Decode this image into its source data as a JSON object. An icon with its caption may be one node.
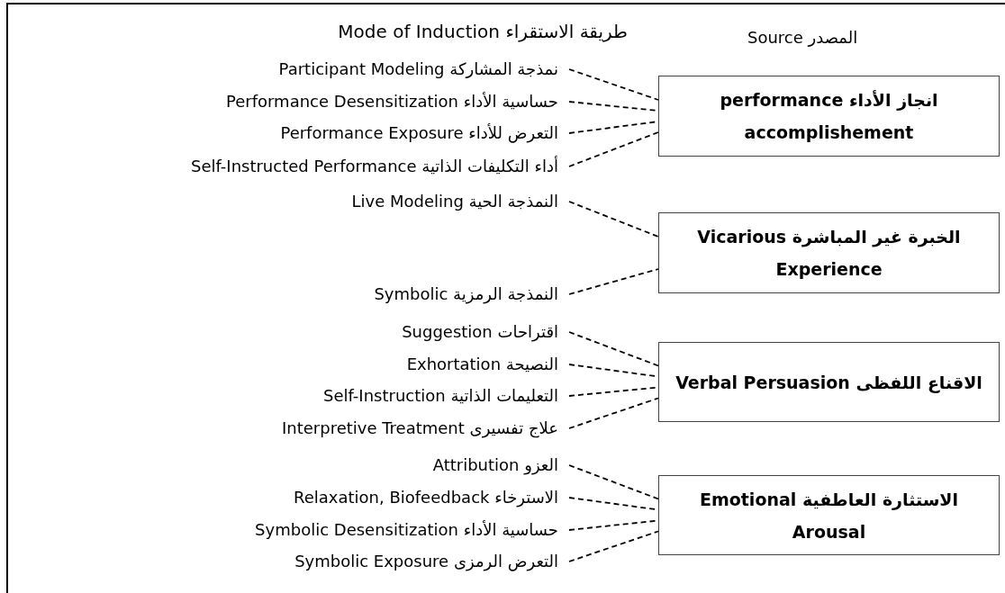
{
  "diagram": {
    "nodes": [
      {
        "text": [
          "نمذجة المشاركة Participant Modeling"
        ]
      },
      {
        "text": [
          "حساسية الأداء Performance Desensitization"
        ]
      },
      {
        "text": [
          "التعرض للأداء  Performance Exposure"
        ]
      },
      {
        "text": [
          "أداء التكليفات الذاتية Self-Instructed Performance"
        ]
      },
      {
        "text": [
          "النمذجة الحية Live Modeling"
        ]
      },
      {
        "text": [
          "النمذجة الرمزية  Symbolic"
        ]
      },
      {
        "text": [
          "اقتراحات Suggestion"
        ]
      },
      {
        "text": [
          "النصيحة Exhortation"
        ]
      },
      {
        "text": [
          "التعليمات الذاتية Self-Instruction"
        ]
      },
      {
        "text": [
          "علاج تفسيرى Interpretive Treatment"
        ]
      },
      {
        "text": [
          "العزو Attribution"
        ]
      },
      {
        "text": [
          "الاسترخاء Relaxation, Biofeedback"
        ]
      },
      {
        "text": [
          "حساسية الأداء Symbolic Desensitization"
        ]
      },
      {
        "text": [
          "التعرض الرمزى Symbolic Exposure"
        ]
      },
      {
        "text": [
          "انجاز الأداء performance accomplishement"
        ]
      },
      {
        "text": [
          "الخبرة غير المباشرة  Vicarious Experience"
        ]
      },
      {
        "text": [
          "الاقناع اللفظى  Verbal Persuasion"
        ]
      },
      {
        "text": [
          "الاستثارة العاطفية  Emotional Arousal"
        ]
      }
    ],
    "edges": [
      {
        "from": 0,
        "to": 14,
        "arrow": "none",
        "style": "dashed"
      },
      {
        "from": 1,
        "to": 14,
        "arrow": "none",
        "style": "dashed"
      },
      {
        "from": 2,
        "to": 14,
        "arrow": "none",
        "style": "dashed"
      },
      {
        "from": 3,
        "to": 14,
        "arrow": "none",
        "style": "dashed"
      },
      {
        "from": 4,
        "to": 15,
        "arrow": "none",
        "style": "dashed"
      },
      {
        "from": 5,
        "to": 15,
        "arrow": "none",
        "style": "dashed"
      },
      {
        "from": 6,
        "to": 16,
        "arrow": "none",
        "style": "dashed"
      },
      {
        "from": 7,
        "to": 16,
        "arrow": "none",
        "style": "dashed"
      },
      {
        "from": 8,
        "to": 16,
        "arrow": "none",
        "style": "dashed"
      },
      {
        "from": 9,
        "to": 16,
        "arrow": "none",
        "style": "dashed"
      },
      {
        "from": 10,
        "to": 17,
        "arrow": "none",
        "style": "dashed"
      },
      {
        "from": 11,
        "to": 17,
        "arrow": "none",
        "style": "dashed"
      },
      {
        "from": 12,
        "to": 17,
        "arrow": "none",
        "style": "dashed"
      },
      {
        "from": 13,
        "to": 17,
        "arrow": "none",
        "style": "dashed"
      }
    ],
    "labels": [
      "طريقة الاستقراء Mode of Induction",
      "المصدر Source"
    ]
  }
}
